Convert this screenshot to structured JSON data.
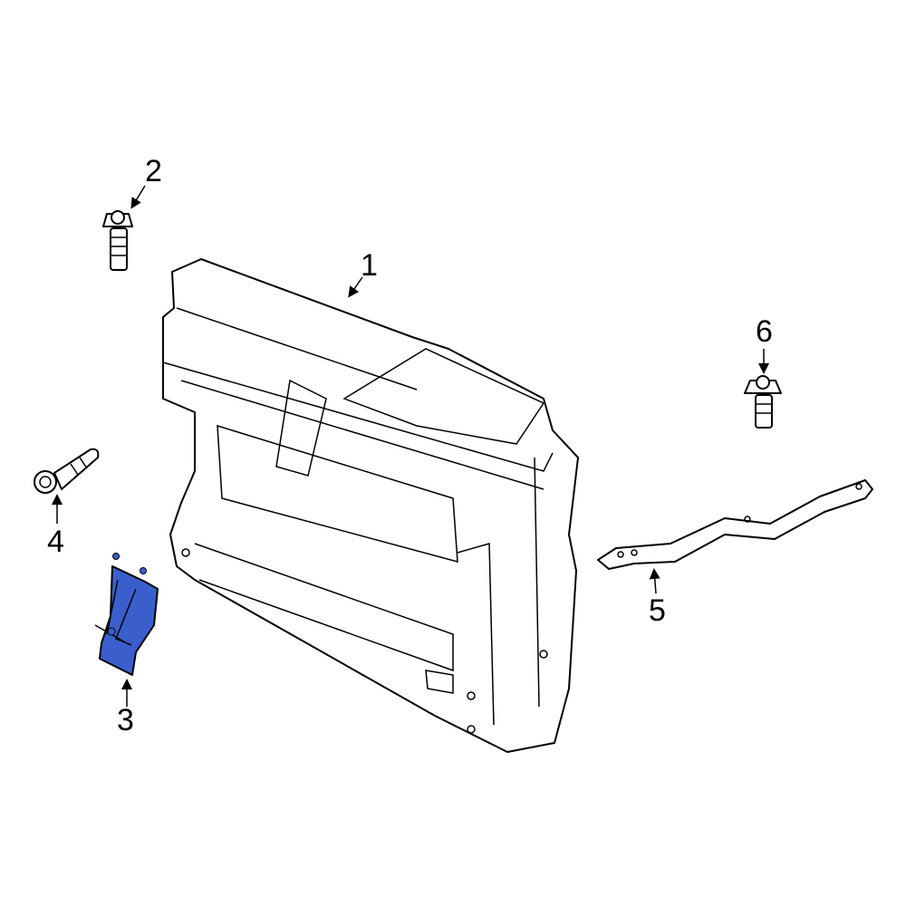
{
  "callouts": [
    {
      "number": "1",
      "part": "radiator-support"
    },
    {
      "number": "2",
      "part": "bolt"
    },
    {
      "number": "3",
      "part": "bracket-highlighted"
    },
    {
      "number": "4",
      "part": "bolt"
    },
    {
      "number": "5",
      "part": "reinforcement-bar"
    },
    {
      "number": "6",
      "part": "bolt"
    }
  ],
  "colors": {
    "highlight": "#3a5fcd",
    "line": "#000000",
    "background": "#ffffff"
  }
}
